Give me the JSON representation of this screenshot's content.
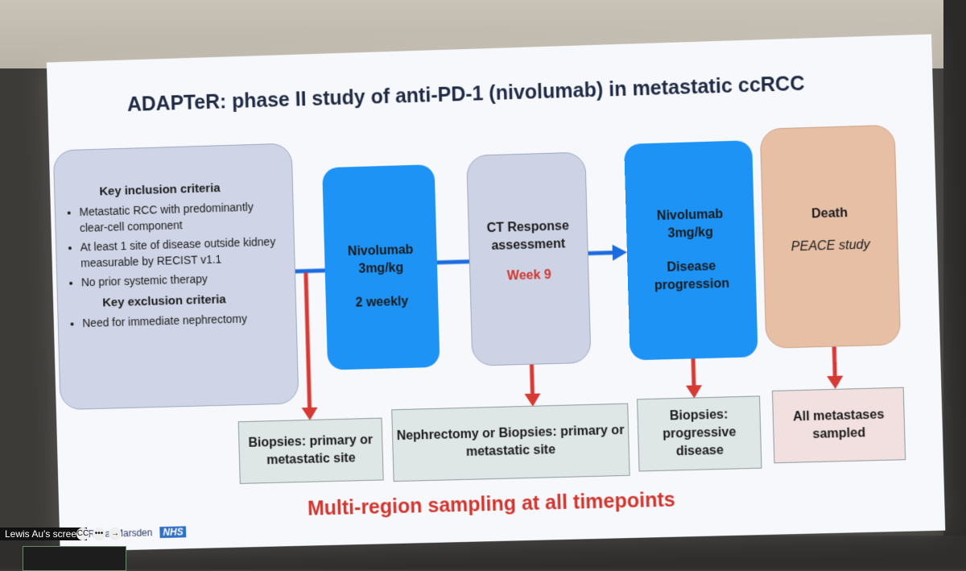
{
  "slide": {
    "title": "ADAPTeR: phase II study of anti-PD-1 (nivolumab) in metastatic ccRCC",
    "inclusion": {
      "heading": "Key inclusion criteria",
      "items": [
        "Metastatic RCC with predominantly clear-cell component",
        "At least 1 site of disease outside kidney measurable by RECIST v1.1",
        "No prior systemic therapy"
      ],
      "exclusion_heading": "Key exclusion criteria",
      "exclusion_items": [
        "Need for immediate nephrectomy"
      ]
    },
    "stage1": {
      "line1": "Nivolumab",
      "line2": "3mg/kg",
      "line3": "2 weekly"
    },
    "stage2": {
      "line1": "CT Response",
      "line2": "assessment",
      "line3": "Week 9"
    },
    "stage3": {
      "line1": "Nivolumab",
      "line2": "3mg/kg",
      "line3": "Disease",
      "line4": "progression"
    },
    "stage4": {
      "line1": "Death",
      "line2": "PEACE study"
    },
    "samples": [
      "Biopsies: primary or metastatic site",
      "Nephrectomy or Biopsies: primary or metastatic site",
      "Biopsies: progressive disease",
      "All metastases sampled"
    ],
    "footer": "Multi-region sampling at all timepoints",
    "logo": {
      "name": "The Royal Marsden",
      "badge": "NHS"
    }
  },
  "overlay": {
    "screen_label": "Lewis Au's screen",
    "controls": [
      "CC",
      "•••",
      "→"
    ]
  },
  "colors": {
    "accent_blue": "#1c93f5",
    "alert_red": "#d1362f",
    "death_tan": "#e6bfa5"
  }
}
